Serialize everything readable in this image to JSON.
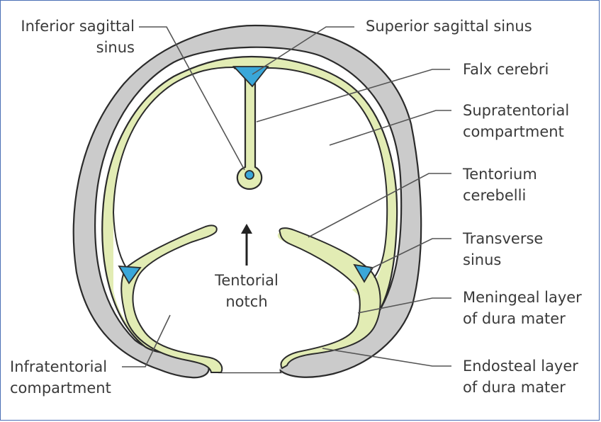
{
  "labels": {
    "inferior_sagittal_sinus": [
      "Inferior sagittal",
      "sinus"
    ],
    "superior_sagittal_sinus": [
      "Superior sagittal sinus"
    ],
    "falx_cerebri": [
      "Falx cerebri"
    ],
    "supratentorial_compartment": [
      "Supratentorial",
      "compartment"
    ],
    "tentorium_cerebelli": [
      "Tentorium",
      "cerebelli"
    ],
    "transverse_sinus": [
      "Transverse",
      "sinus"
    ],
    "meningeal_layer": [
      "Meningeal layer",
      "of dura mater"
    ],
    "endosteal_layer": [
      "Endosteal layer",
      "of dura mater"
    ],
    "tentorial_notch": [
      "Tentorial",
      "notch"
    ],
    "infratentorial_compartment": [
      "Infratentorial",
      "compartment"
    ]
  },
  "colors": {
    "bone_gray": "#cbcbcb",
    "dura_green": "#e2ecb4",
    "sinus_blue": "#3aa7d9",
    "outline": "#2b2b2b",
    "leader": "#555555",
    "frame": "#4a6fb5"
  }
}
